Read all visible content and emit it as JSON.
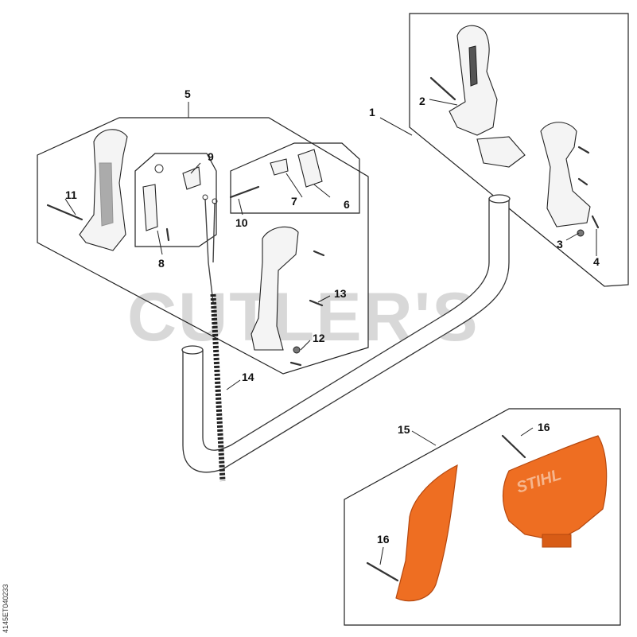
{
  "watermark": {
    "text": "CUTLER'S"
  },
  "document_id": {
    "text": "4145ET040233"
  },
  "brand_logo": {
    "text": "STIHL"
  },
  "colors": {
    "shield_orange": "#ee6e22",
    "line": "#222222",
    "watermark_gray": "#b9b9b9"
  },
  "callouts": {
    "c1": "1",
    "c2": "2",
    "c3": "3",
    "c4": "4",
    "c5": "5",
    "c6": "6",
    "c7": "7",
    "c8": "8",
    "c9": "9",
    "c10": "10",
    "c11": "11",
    "c12": "12",
    "c13": "13",
    "c14": "14",
    "c15": "15",
    "c16a": "16",
    "c16b": "16"
  }
}
